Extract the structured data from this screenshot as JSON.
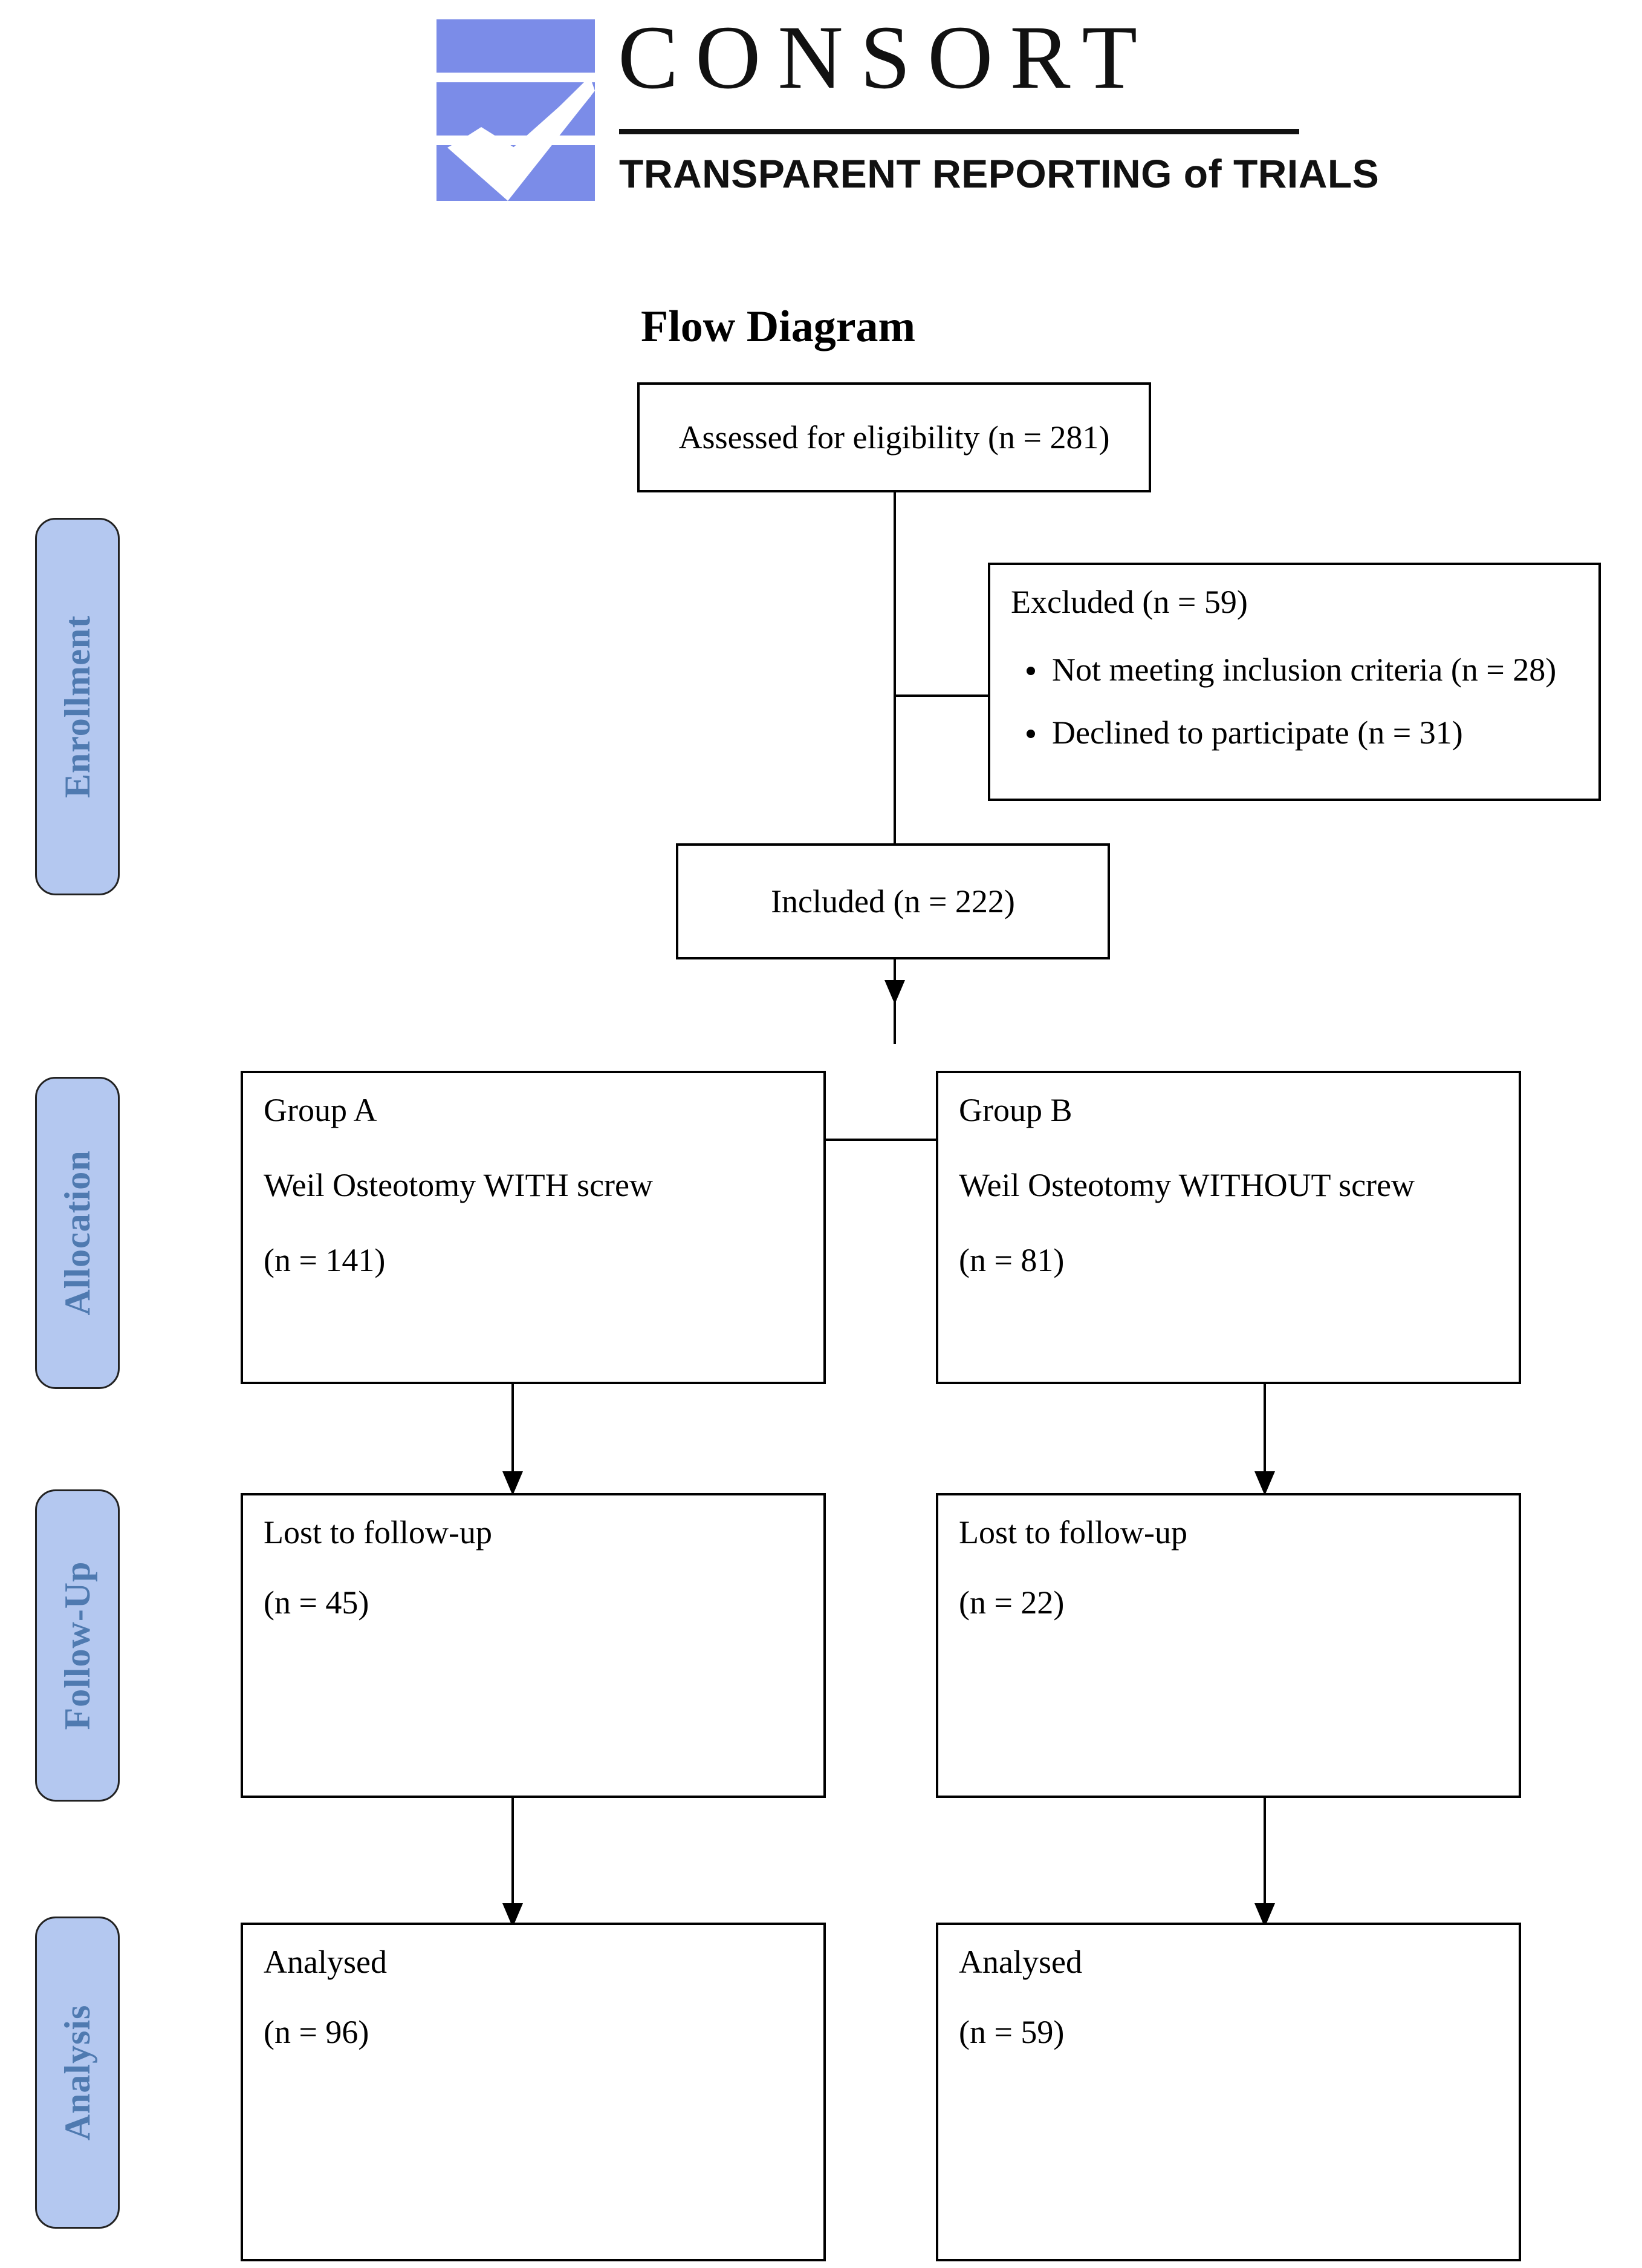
{
  "logo": {
    "wordmark": "CONSORT",
    "tagline": "TRANSPARENT REPORTING of TRIALS",
    "mark_color": "#7b8ce8"
  },
  "title": "Flow Diagram",
  "stages": [
    {
      "label": "Enrollment"
    },
    {
      "label": "Allocation"
    },
    {
      "label": "Follow-Up"
    },
    {
      "label": "Analysis"
    }
  ],
  "boxes": {
    "assessed": {
      "line1": "Assessed for eligibility (n = 281)"
    },
    "excluded": {
      "heading": "Excluded (n = 59)",
      "bullets": [
        "Not meeting inclusion criteria (n = 28)",
        "Declined to participate (n = 31)"
      ]
    },
    "included": {
      "line1": "Included (n = 222)"
    },
    "group_a": {
      "line1": "Group A",
      "line2": "Weil Osteotomy WITH screw",
      "line3": " (n = 141)"
    },
    "group_b": {
      "line1": "Group B",
      "line2": "Weil Osteotomy WITHOUT screw",
      "line3": "(n = 81)"
    },
    "lost_a": {
      "line1": "Lost to follow-up",
      "line2": "(n = 45)"
    },
    "lost_b": {
      "line1": "Lost to follow-up",
      "line2": " (n = 22)"
    },
    "analysed_a": {
      "line1": "Analysed",
      "line2": "(n = 96)"
    },
    "analysed_b": {
      "line1": "Analysed",
      "line2": "(n = 59)"
    }
  },
  "colors": {
    "stage_fill": "#b4c8f0",
    "stage_text": "#4f7ab0",
    "stage_border": "#222222",
    "box_border": "#000000",
    "connector": "#000000"
  }
}
